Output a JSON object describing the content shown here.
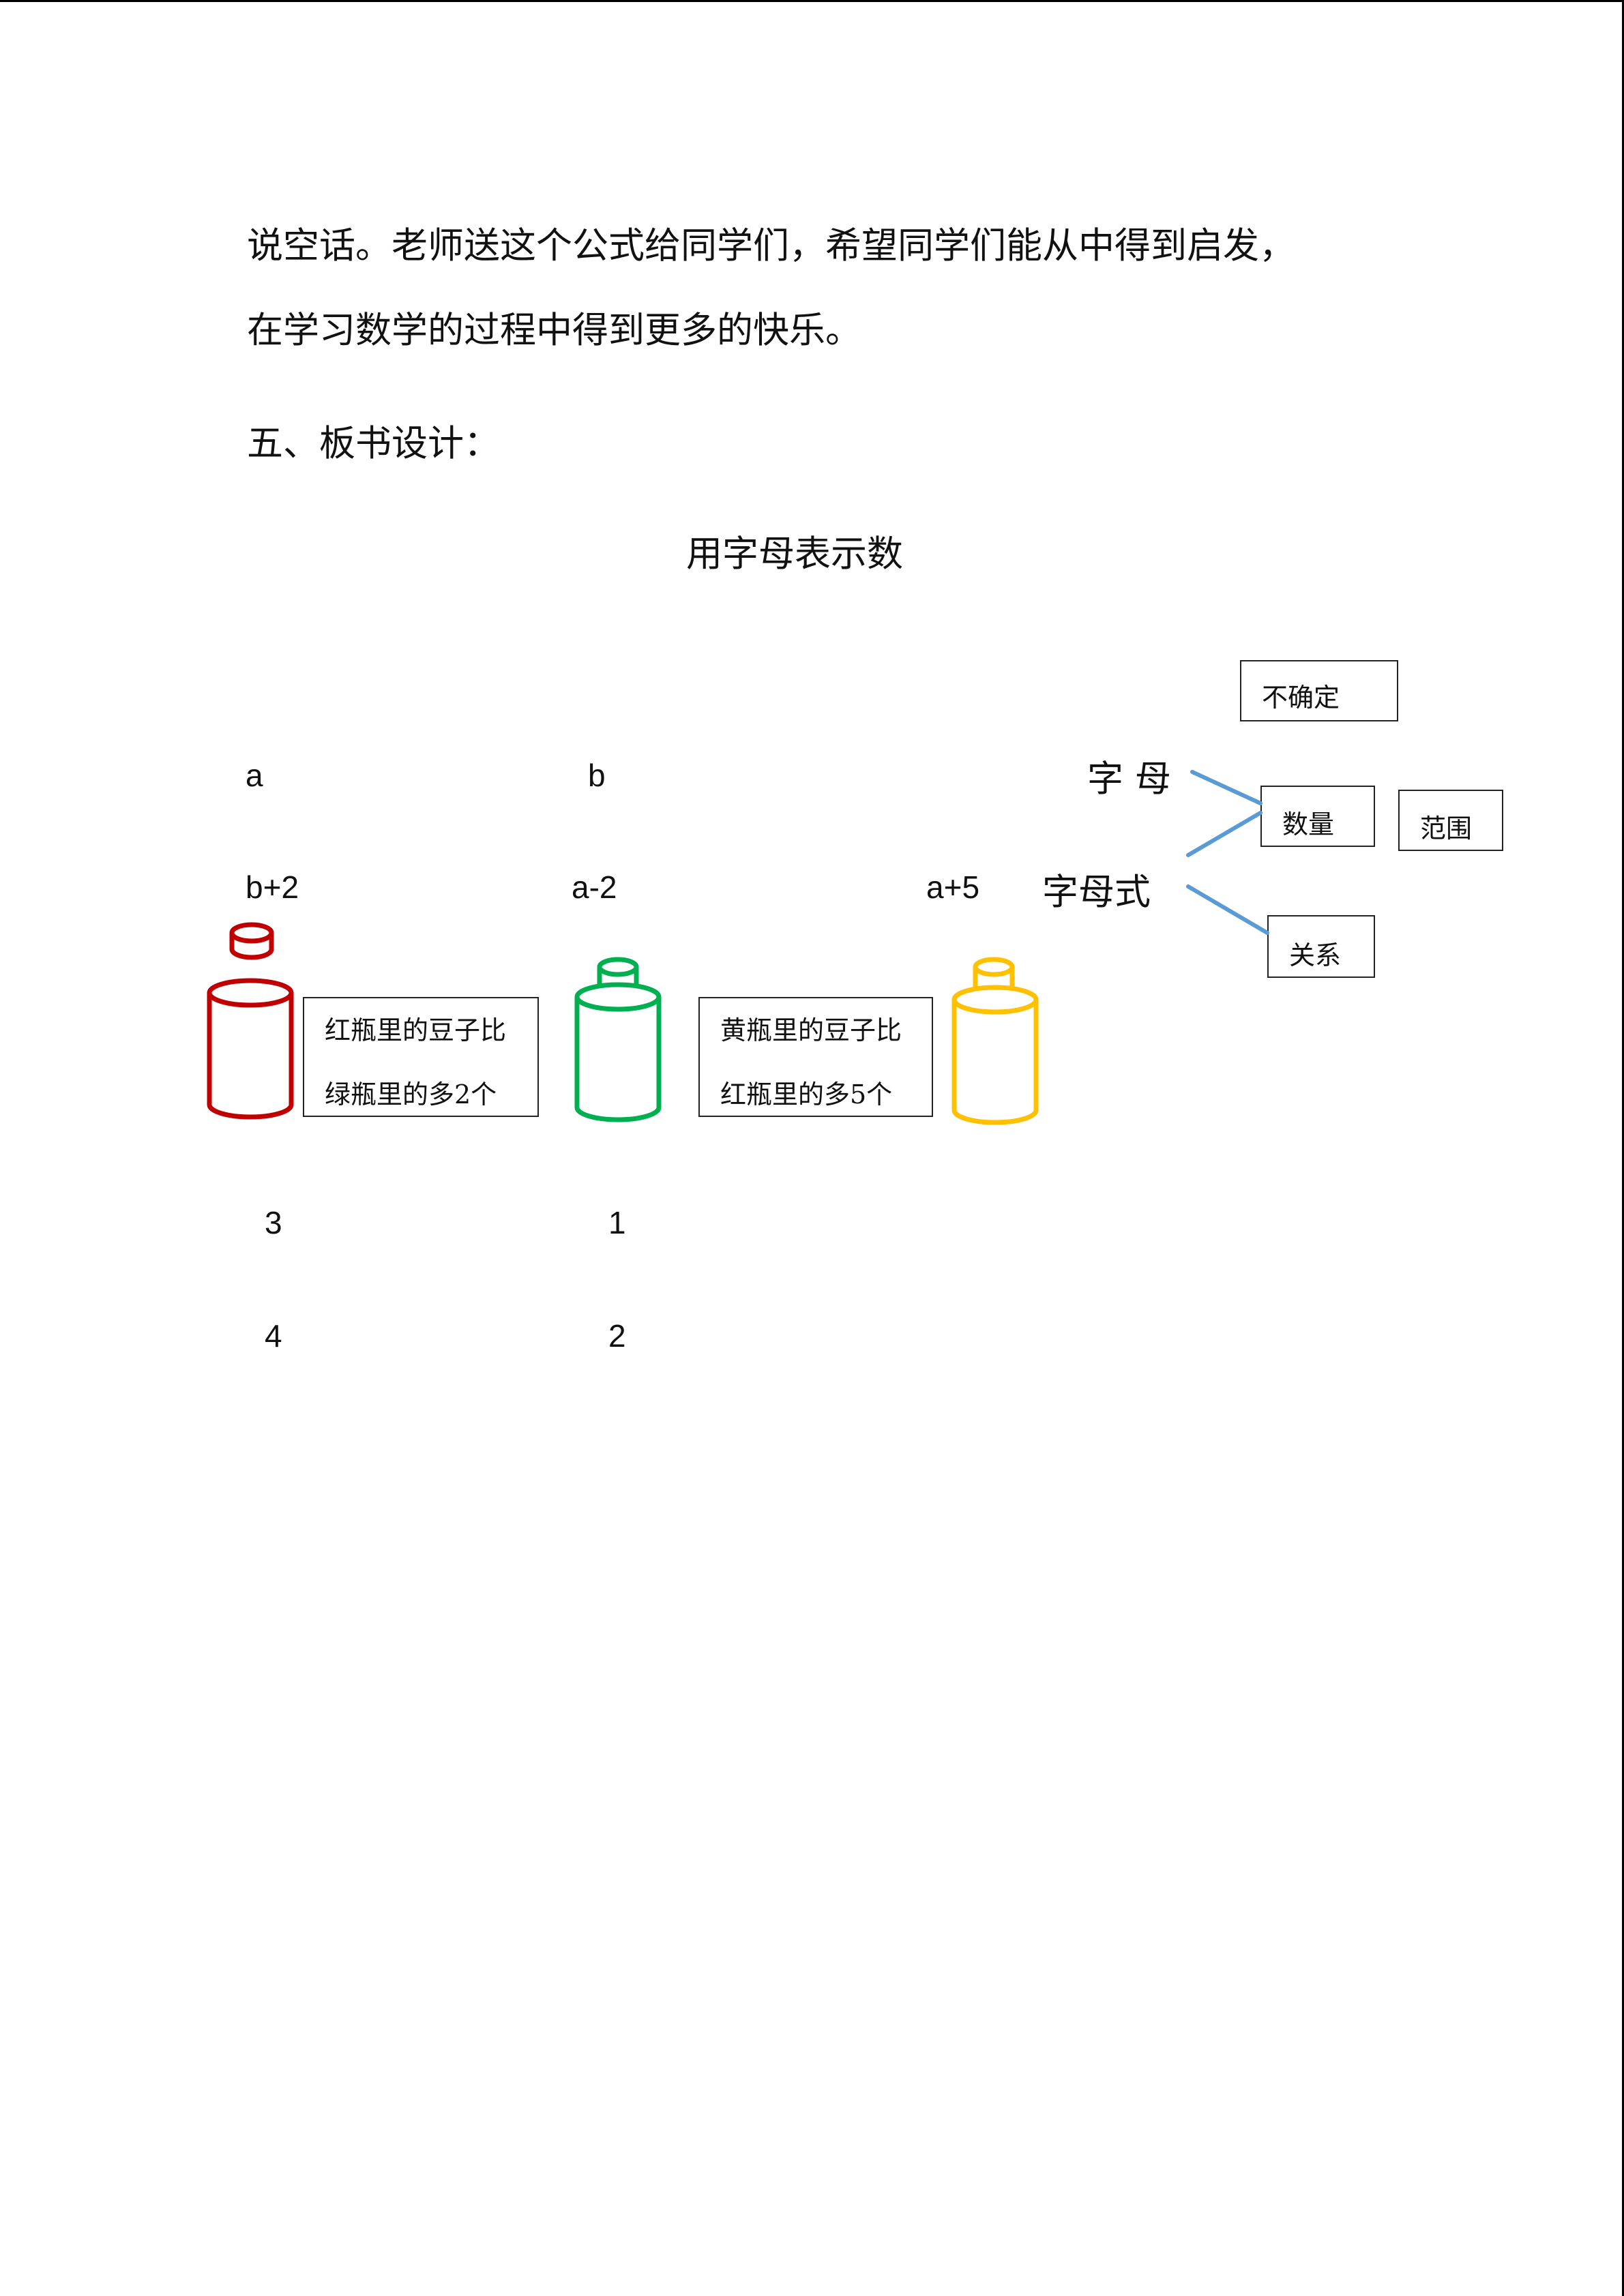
{
  "paragraphs": [
    "说空话。老师送这个公式给同学们，希望同学们能从中得到启发，",
    "在学习数学的过程中得到更多的快乐。"
  ],
  "section_heading": "五、板书设计：",
  "board": {
    "title": "用字母表示数",
    "row_letters": [
      "a",
      "b"
    ],
    "row_expressions": [
      "b+2",
      "a-2",
      "a+5"
    ],
    "notes": [
      {
        "lines": [
          "红瓶里的豆子比",
          "绿瓶里的多2个"
        ]
      },
      {
        "lines": [
          "黄瓶里的豆子比",
          "红瓶里的多5个"
        ]
      }
    ],
    "values_col1": [
      "3",
      "4"
    ],
    "values_col2": [
      "1",
      "2"
    ],
    "mindmap": {
      "letter_label": "字  母",
      "expression_label": "字母式",
      "box_uncertain": "不确定",
      "box_quantity": "数量",
      "box_range": "范围",
      "box_relation": "关系"
    },
    "colors": {
      "red_bottle": "#c00000",
      "green_bottle": "#00b050",
      "yellow_bottle": "#ffc000",
      "connector": "#5b9bd5"
    },
    "icons": [
      "red-bottle-icon",
      "green-bottle-icon",
      "yellow-bottle-icon"
    ]
  }
}
